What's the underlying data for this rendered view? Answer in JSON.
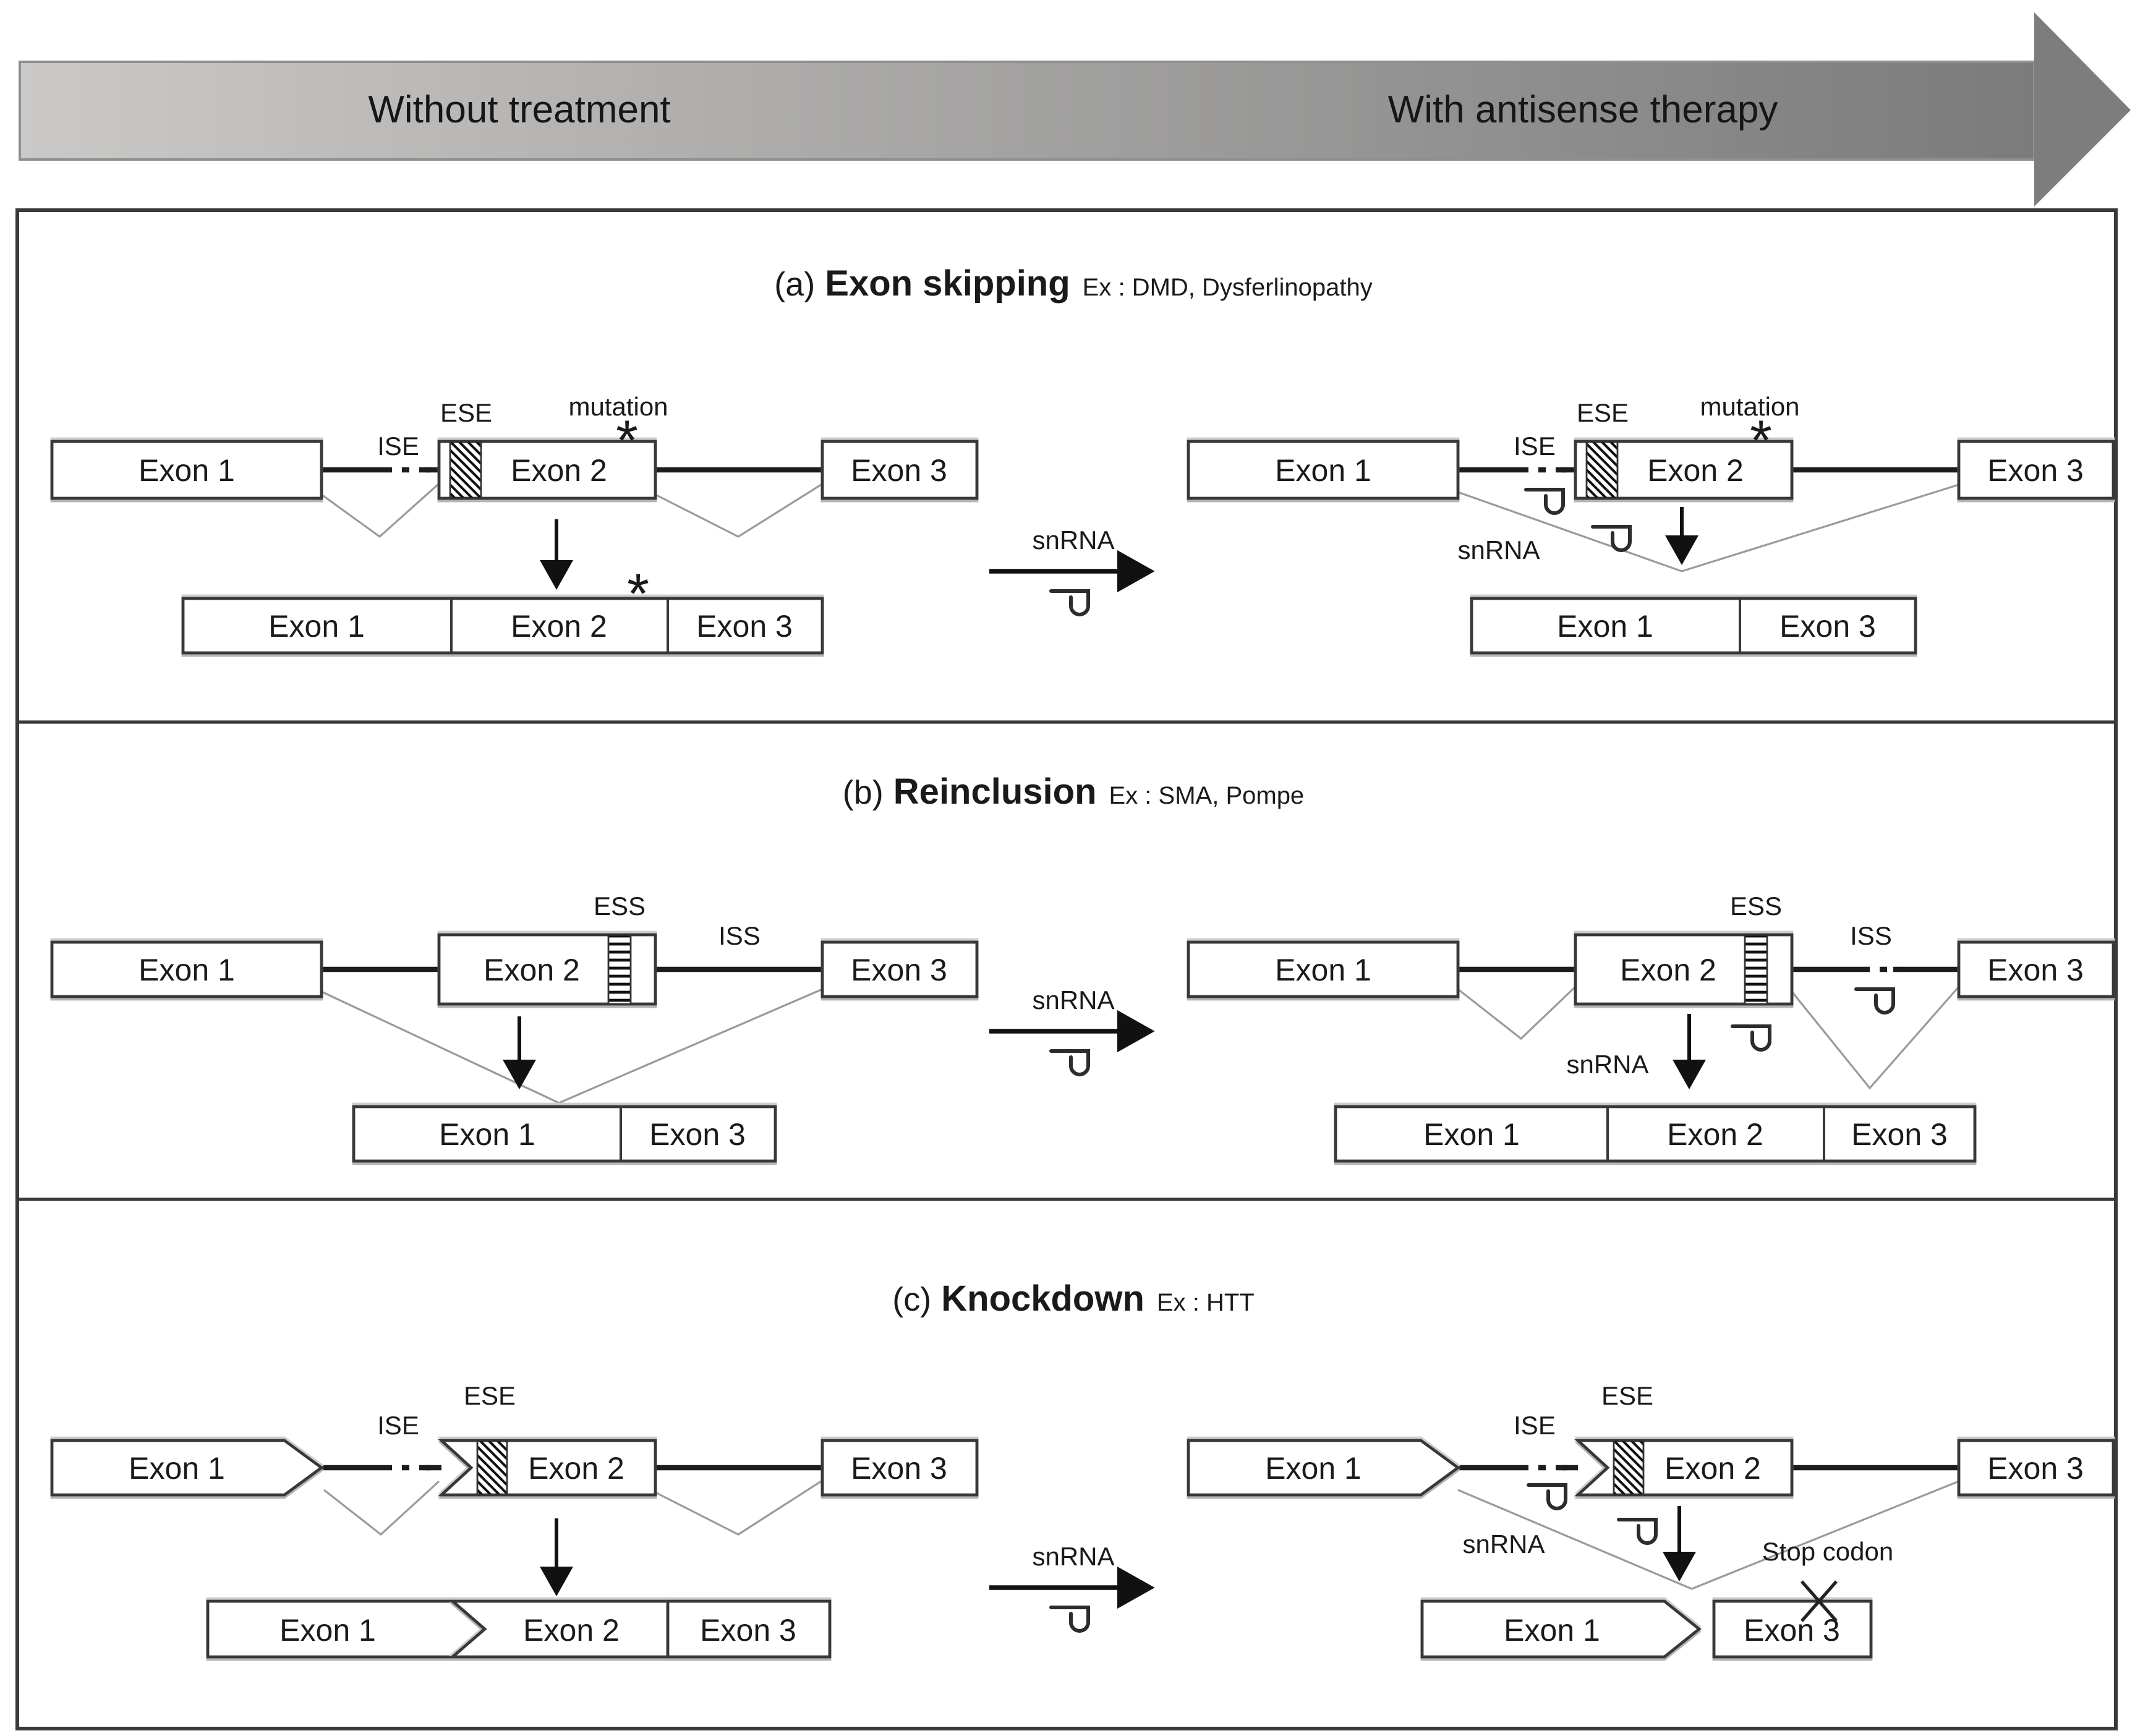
{
  "banner": {
    "without": "Without treatment",
    "with": "With antisense therapy"
  },
  "panels": [
    {
      "prefix": "(a)",
      "name": "Exon skipping",
      "examples": "Ex : DMD, Dysferlinopathy"
    },
    {
      "prefix": "(b)",
      "name": "Reinclusion",
      "examples": "Ex : SMA, Pompe"
    },
    {
      "prefix": "(c)",
      "name": "Knockdown",
      "examples": "Ex : HTT"
    }
  ],
  "labels": {
    "exon1": "Exon 1",
    "exon2": "Exon 2",
    "exon3": "Exon 3",
    "ise": "ISE",
    "ese": "ESE",
    "ess": "ESS",
    "iss": "ISS",
    "mutation": "mutation",
    "snrna": "snRNA",
    "stop_codon": "Stop codon",
    "asterisk": "*"
  },
  "icons": {
    "hairpin": "snrna-stem-loop-icon",
    "splice_v": "splice-junction-icon"
  },
  "colors": {
    "banner_gradient_start": "#cbc9c7",
    "banner_gradient_end": "#7b7b7b",
    "banner_arrowhead": "#7d7d7d",
    "frame_border": "#3a3a3a",
    "intron_line": "#1c1c1c",
    "splice_line": "#9b9b9b",
    "box_fill": "#ffffff",
    "text": "#1a1a1a"
  }
}
